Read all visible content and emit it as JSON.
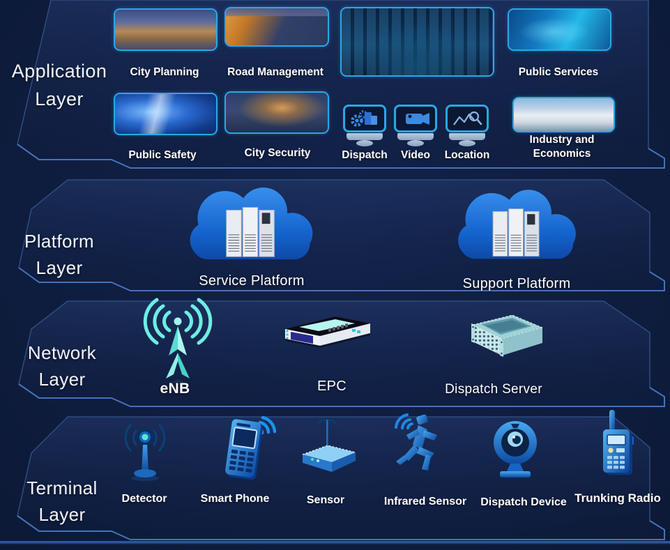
{
  "colors": {
    "background": "#0e1c3d",
    "card_border": "#2aa7e8",
    "band_outline": "#3a66ae",
    "cloud_blue": "#1565cf",
    "device_blue": "#1e88e5",
    "enb_cyan": "#6fe8dc"
  },
  "layers": {
    "application": {
      "title_line1": "Application",
      "title_line2": "Layer",
      "cards": [
        {
          "label": "City Planning"
        },
        {
          "label": "Road Management"
        },
        {
          "label": "Public Services"
        },
        {
          "label": "Public Safety"
        },
        {
          "label": "City Security"
        },
        {
          "label": "Industry and",
          "label2": "Economics"
        }
      ],
      "monitors": [
        {
          "label": "Dispatch",
          "icon": "gears-building-icon"
        },
        {
          "label": "Video",
          "icon": "video-camera-icon"
        },
        {
          "label": "Location",
          "icon": "map-search-icon"
        }
      ]
    },
    "platform": {
      "title_line1": "Platform",
      "title_line2": "Layer",
      "clouds": [
        {
          "label": "Service Platform",
          "icon": "cloud-server-icon"
        },
        {
          "label": "Support Platform",
          "icon": "cloud-server-icon"
        }
      ]
    },
    "network": {
      "title_line1": "Network",
      "title_line2": "Layer",
      "nodes": [
        {
          "label": "eNB",
          "icon": "antenna-tower-icon"
        },
        {
          "label": "EPC",
          "icon": "rack-device-icon"
        },
        {
          "label": "Dispatch Server",
          "icon": "server-chassis-icon"
        }
      ]
    },
    "terminal": {
      "title_line1": "Terminal",
      "title_line2": "Layer",
      "devices": [
        {
          "label": "Detector",
          "icon": "signal-detector-icon"
        },
        {
          "label": "Smart Phone",
          "icon": "mobile-phone-icon"
        },
        {
          "label": "Sensor",
          "icon": "wireless-router-icon"
        },
        {
          "label": "Infrared Sensor",
          "icon": "motion-person-icon"
        },
        {
          "label": "Dispatch Device",
          "icon": "webcam-icon"
        },
        {
          "label": "Trunking Radio",
          "icon": "walkie-talkie-icon"
        }
      ]
    }
  }
}
